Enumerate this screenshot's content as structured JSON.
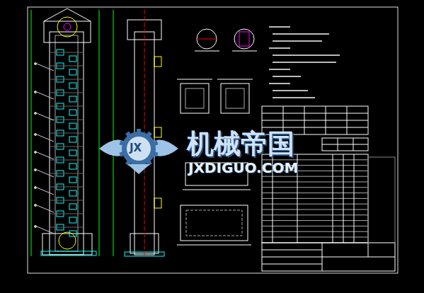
{
  "diagram": {
    "labels": [
      "JX",
      "机械帝国",
      "JXDIGUO.COM"
    ]
  }
}
